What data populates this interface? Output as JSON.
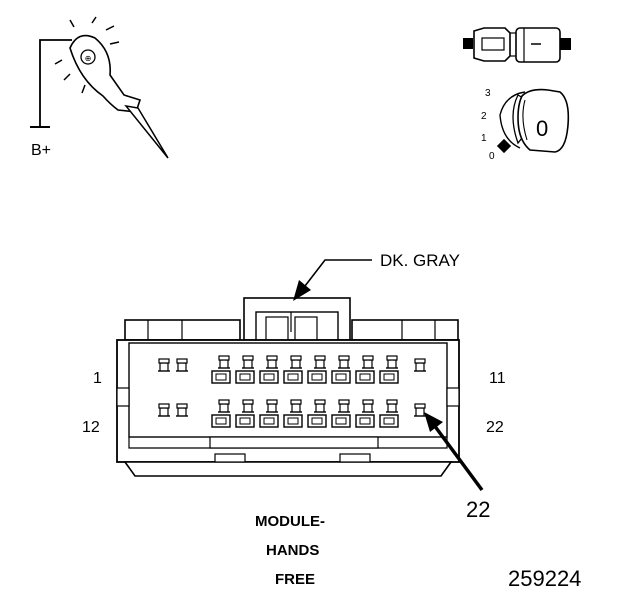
{
  "probe": {
    "supply_label": "B+"
  },
  "ignition": {
    "positions": [
      "0",
      "1",
      "2",
      "3"
    ],
    "key_mark": "0"
  },
  "connector": {
    "color_label": "DK. GRAY",
    "pin_top_left": "1",
    "pin_top_right": "11",
    "pin_bottom_left": "12",
    "pin_bottom_right": "22",
    "test_pin_callout": "22"
  },
  "caption": {
    "line1": "MODULE-",
    "line2": "HANDS",
    "line3": "FREE"
  },
  "figure_id": "259224"
}
